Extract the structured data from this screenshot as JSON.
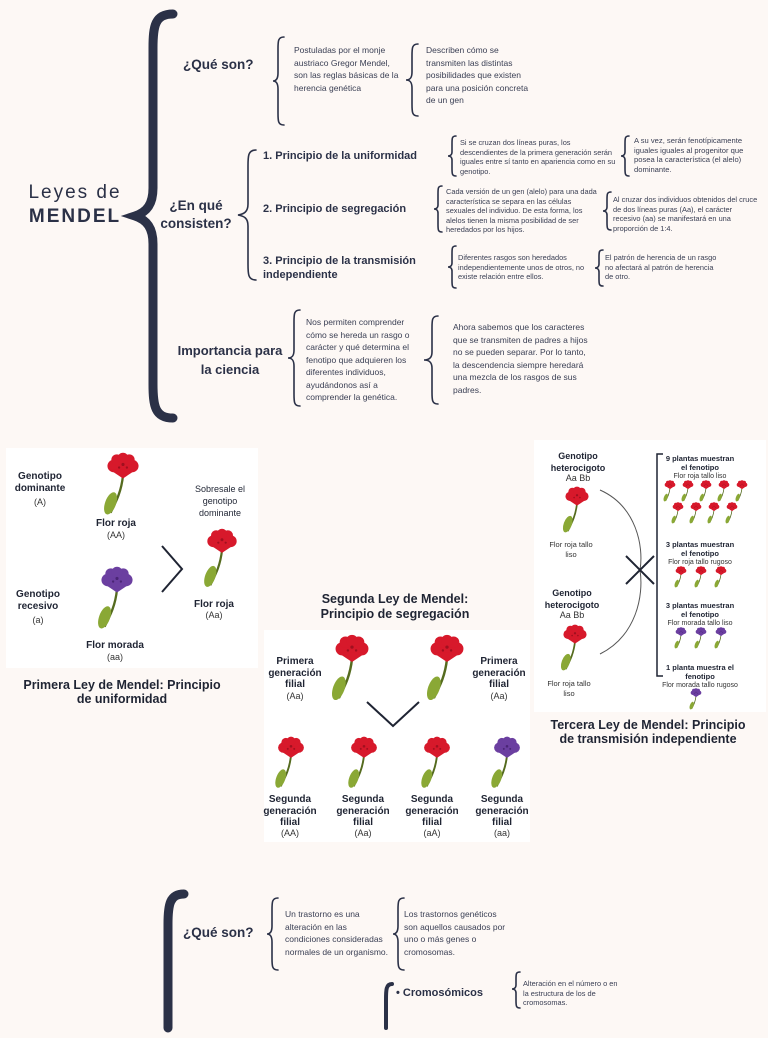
{
  "title": {
    "line1": "Leyes de",
    "line2": "MENDEL"
  },
  "sections": {
    "que_son": {
      "heading": "¿Qué son?",
      "text1": "Postuladas por el monje austriaco Gregor Mendel, son las reglas básicas de la herencia genética",
      "text2": "Describen cómo se transmiten las distintas posibilidades que existen para una posición concreta de un gen"
    },
    "en_que": {
      "heading": "¿En qué consisten?",
      "p1": {
        "title": "1.  Principio de la uniformidad",
        "d1": "Si se cruzan dos líneas puras, los descendientes de la primera generación serán iguales entre sí tanto en apariencia como en su genotipo.",
        "d2": "A su vez, serán fenotípicamente iguales iguales al progenitor que posea la característica (el alelo) dominante."
      },
      "p2": {
        "title": "2. Principio de segregación",
        "d1": "Cada versión de un gen (alelo) para una dada característica se separa en las células sexuales del individuo. De esta forma, los alelos tienen la misma posibilidad de ser heredados por los hijos.",
        "d2": "Al cruzar dos individuos obtenidos del cruce de dos líneas puras (Aa), el carácter recesivo (aa) se manifestará en una proporción de 1:4."
      },
      "p3": {
        "title": "3. Principio de la transmisión independiente",
        "d1": "Diferentes rasgos son heredados independientemente unos de otros, no existe relación entre ellos.",
        "d2": "El patrón de herencia de un rasgo no afectará al patrón de herencia de otro."
      }
    },
    "importancia": {
      "heading": "Importancia para la ciencia",
      "text1": "Nos permiten comprender cómo se hereda un rasgo o carácter y qué determina el fenotipo que adquieren los diferentes individuos, ayudándonos así a comprender la genética.",
      "text2": "Ahora sabemos que los caracteres que se transmiten de padres a hijos no se pueden separar. Por lo tanto, la descendencia siempre heredará una mezcla de los rasgos de sus padres."
    }
  },
  "ley1": {
    "caption": "Primera Ley de Mendel: Principio de uniformidad",
    "dom_label": "Genotipo dominante",
    "dom_code": "(A)",
    "rec_label": "Genotipo recesivo",
    "rec_code": "(a)",
    "roja": "Flor roja",
    "roja_code": "(AA)",
    "morada": "Flor morada",
    "morada_code": "(aa)",
    "sobresale": "Sobresale el genotipo dominante",
    "result": "Flor roja",
    "result_code": "(Aa)"
  },
  "ley2": {
    "caption": "Segunda Ley de Mendel: Principio de segregación",
    "parent": "Primera generación filial",
    "parent_code": "(Aa)",
    "child": "Segunda generación filial",
    "codes": [
      "(AA)",
      "(Aa)",
      "(aA)",
      "(aa)"
    ]
  },
  "ley3": {
    "caption": "Tercera Ley de Mendel: Principio de transmisión independiente",
    "g1": "Genotipo heterocigoto",
    "g1_code": "Aa Bb",
    "g2": "Genotipo heterocigoto",
    "g2_code": "Aa Bb",
    "flor": "Flor roja tallo liso",
    "r1": "9 plantas muestran el fenotipo",
    "r1s": "Flor roja tallo liso",
    "r2": "3 plantas muestran el fenotipo",
    "r2s": "Flor roja tallo rugoso",
    "r3": "3 plantas muestran el fenotipo",
    "r3s": "Flor morada tallo liso",
    "r4": "1 planta muestra el fenotipo",
    "r4s": "Flor morada tallo rugoso"
  },
  "trastornos": {
    "heading": "¿Qué son?",
    "text1": "Un trastorno es una alteración en las condiciones consideradas normales de un organismo.",
    "text2": "Los trastornos genéticos son aquellos causados por uno o más genes o cromosomas.",
    "item": "Cromosómicos",
    "item_desc": "Alteración en el número o en la estructura de los de cromosomas."
  },
  "colors": {
    "ink": "#2b3147",
    "red": "#d7192b",
    "purple": "#6b3fa0",
    "leaf": "#8aa835"
  }
}
